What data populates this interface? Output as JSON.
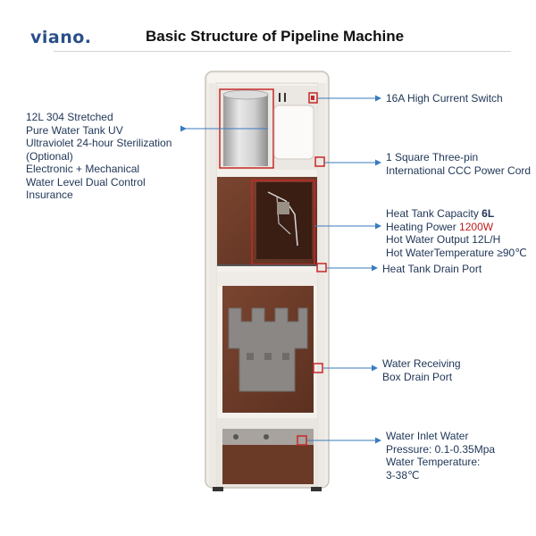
{
  "brand": {
    "logo_text": "viano."
  },
  "title": "Basic Structure of Pipeline Machine",
  "colors": {
    "accent_red": "#c21b1b",
    "callout_blue": "#3a7bbf",
    "text_navy": "#1f3556",
    "panel_brown": "#6e3c28"
  },
  "callouts": {
    "left_tank": {
      "lines": [
        "12L 304 Stretched",
        "Pure Water Tank UV",
        "Ultraviolet 24-hour Sterilization",
        "(Optional)",
        "Electronic + Mechanical",
        "Water Level Dual Control",
        "Insurance"
      ]
    },
    "switch": {
      "lines": [
        "16A High Current Switch"
      ]
    },
    "power_cord": {
      "lines": [
        "1 Square Three-pin",
        "International CCC Power Cord"
      ]
    },
    "heat_tank": {
      "capacity_label": "Heat Tank Capacity ",
      "capacity_value": "6L",
      "power_label": "Heating Power ",
      "power_value": "1200W",
      "output": "Hot Water Output 12L/H",
      "temperature": "Hot WaterTemperature ≥90℃"
    },
    "drain_port": {
      "lines": [
        "Heat Tank Drain Port"
      ]
    },
    "receiving_box": {
      "lines": [
        "Water Receiving",
        "Box Drain Port"
      ]
    },
    "inlet": {
      "lines": [
        "Water Inlet Water",
        "Pressure: 0.1-0.35Mpa",
        "Water Temperature:",
        "3-38℃"
      ]
    }
  }
}
